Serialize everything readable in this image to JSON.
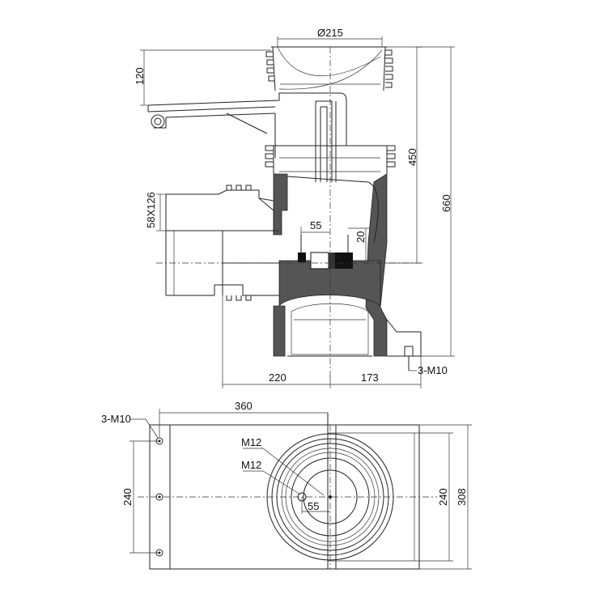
{
  "colors": {
    "line": "#222222",
    "section_fill": "#555555",
    "background": "#ffffff"
  },
  "front_view": {
    "dims": {
      "d215": "Ø215",
      "d120": "120",
      "d450": "450",
      "d660": "660",
      "d58x126": "58X126",
      "d55": "55",
      "d20": "20",
      "d220": "220",
      "d173": "173",
      "m10": "3-M10"
    }
  },
  "plan_view": {
    "dims": {
      "d360": "360",
      "m10": "3-M10",
      "m12a": "M12",
      "m12b": "M12",
      "d55": "55",
      "d240_left": "240",
      "d240_right": "240",
      "d308": "308"
    }
  }
}
